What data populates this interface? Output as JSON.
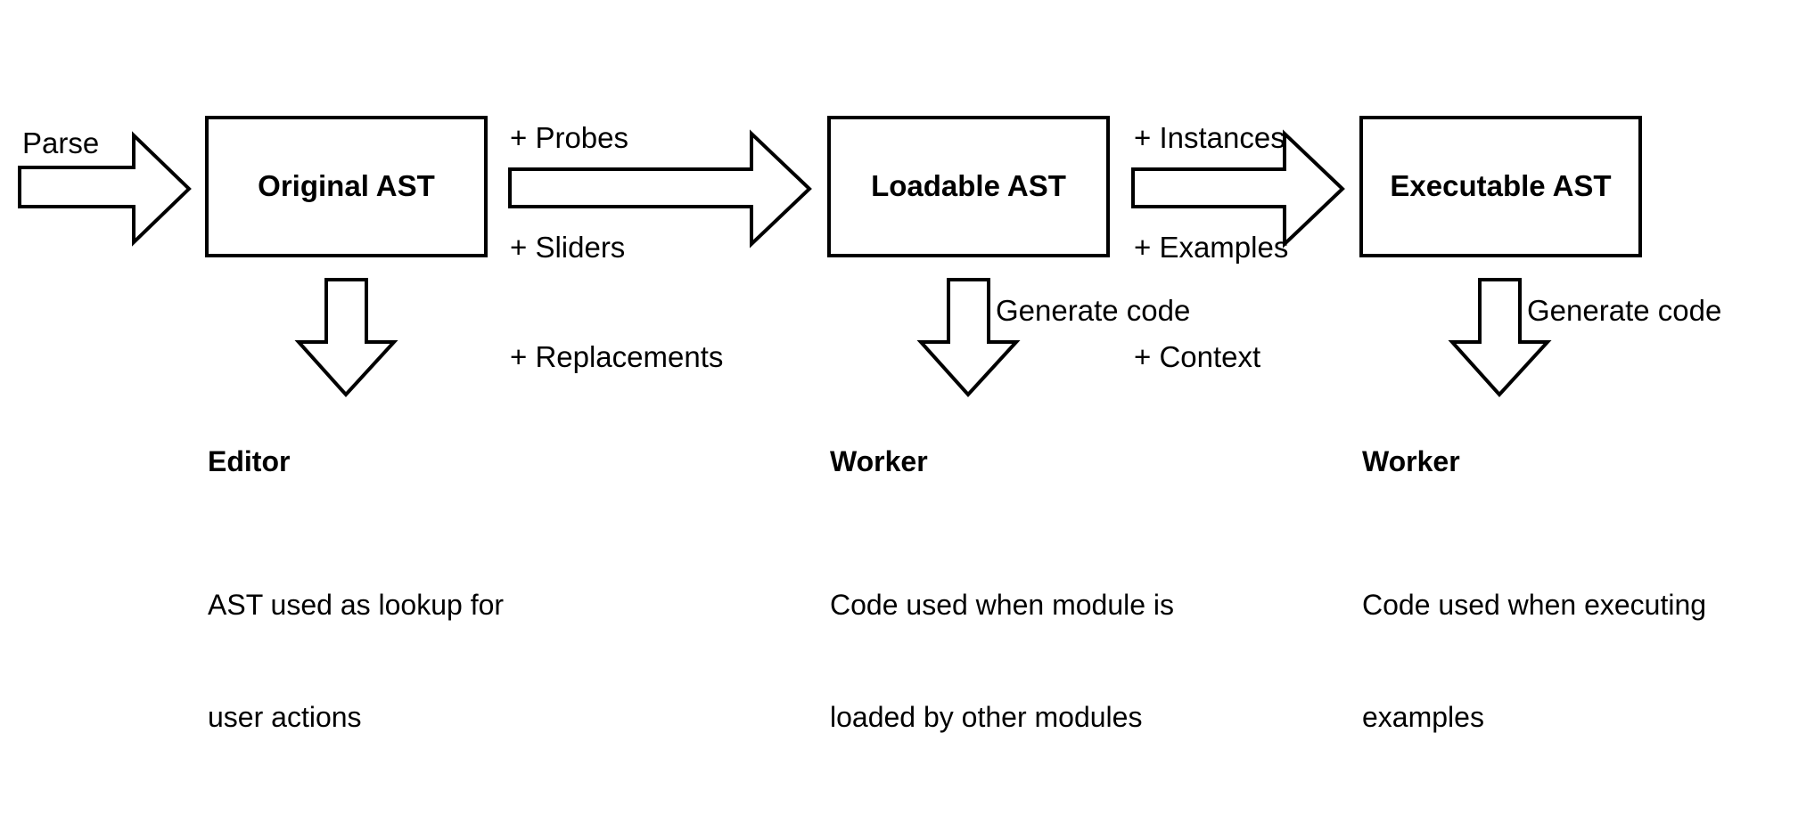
{
  "diagram": {
    "title": "AST pipeline diagram",
    "background_color": "#ffffff",
    "stroke_color": "#000000"
  },
  "stages": [
    {
      "id": "original",
      "label": "Original AST"
    },
    {
      "id": "loadable",
      "label": "Loadable AST"
    },
    {
      "id": "executable",
      "label": "Executable AST"
    }
  ],
  "edges": {
    "parse": {
      "label": "Parse"
    },
    "original_to_loadable": {
      "lines": [
        "+ Probes",
        "+ Sliders",
        "+ Replacements"
      ]
    },
    "loadable_to_executable": {
      "lines": [
        "+ Instances",
        "+ Examples",
        "+ Context"
      ]
    },
    "generate_code_1": {
      "label": "Generate code"
    },
    "generate_code_2": {
      "label": "Generate code"
    }
  },
  "captions": [
    {
      "id": "editor",
      "title": "Editor",
      "lines": [
        "AST used as lookup for",
        "user actions"
      ]
    },
    {
      "id": "worker-load",
      "title": "Worker",
      "lines": [
        "Code used when module is",
        "loaded by other modules"
      ]
    },
    {
      "id": "worker-exec",
      "title": "Worker",
      "lines": [
        "Code used when executing",
        "examples"
      ]
    }
  ]
}
